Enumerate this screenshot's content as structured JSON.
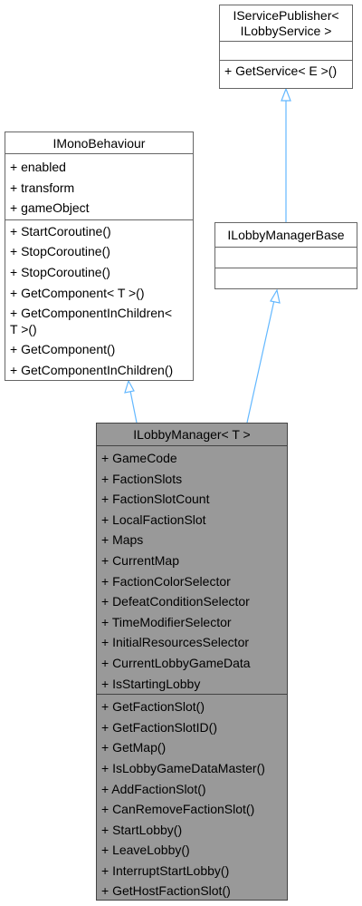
{
  "classes": {
    "service_publisher": {
      "title_line1": "IServicePublisher<",
      "title_line2": "ILobbyService >",
      "attributes": [],
      "methods": [
        "+ GetService< E >()"
      ]
    },
    "mono_behaviour": {
      "title": "IMonoBehaviour",
      "attributes": [
        "+ enabled",
        "+ transform",
        "+ gameObject"
      ],
      "methods": [
        "+ StartCoroutine()",
        "+ StopCoroutine()",
        "+ StopCoroutine()",
        "+ GetComponent< T >()",
        "+ GetComponentInChildren< T >()",
        "+ GetComponent()",
        "+ GetComponentInChildren()"
      ]
    },
    "lobby_manager_base": {
      "title": "ILobbyManagerBase",
      "attributes": [],
      "methods": []
    },
    "lobby_manager": {
      "title": "ILobbyManager< T >",
      "attributes": [
        "+ GameCode",
        "+ FactionSlots",
        "+ FactionSlotCount",
        "+ LocalFactionSlot",
        "+ Maps",
        "+ CurrentMap",
        "+ FactionColorSelector",
        "+ DefeatConditionSelector",
        "+ TimeModifierSelector",
        "+ InitialResourcesSelector",
        "+ CurrentLobbyGameData",
        "+ IsStartingLobby"
      ],
      "methods": [
        "+ GetFactionSlot()",
        "+ GetFactionSlotID()",
        "+ GetMap()",
        "+ IsLobbyGameDataMaster()",
        "+ AddFactionSlot()",
        "+ CanRemoveFactionSlot()",
        "+ StartLobby()",
        "+ LeaveLobby()",
        "+ InterruptStartLobby()",
        "+ GetHostFactionSlot()"
      ]
    }
  },
  "colors": {
    "edge": "#63b8ff",
    "focus_fill": "#999999",
    "border": "#666666"
  }
}
